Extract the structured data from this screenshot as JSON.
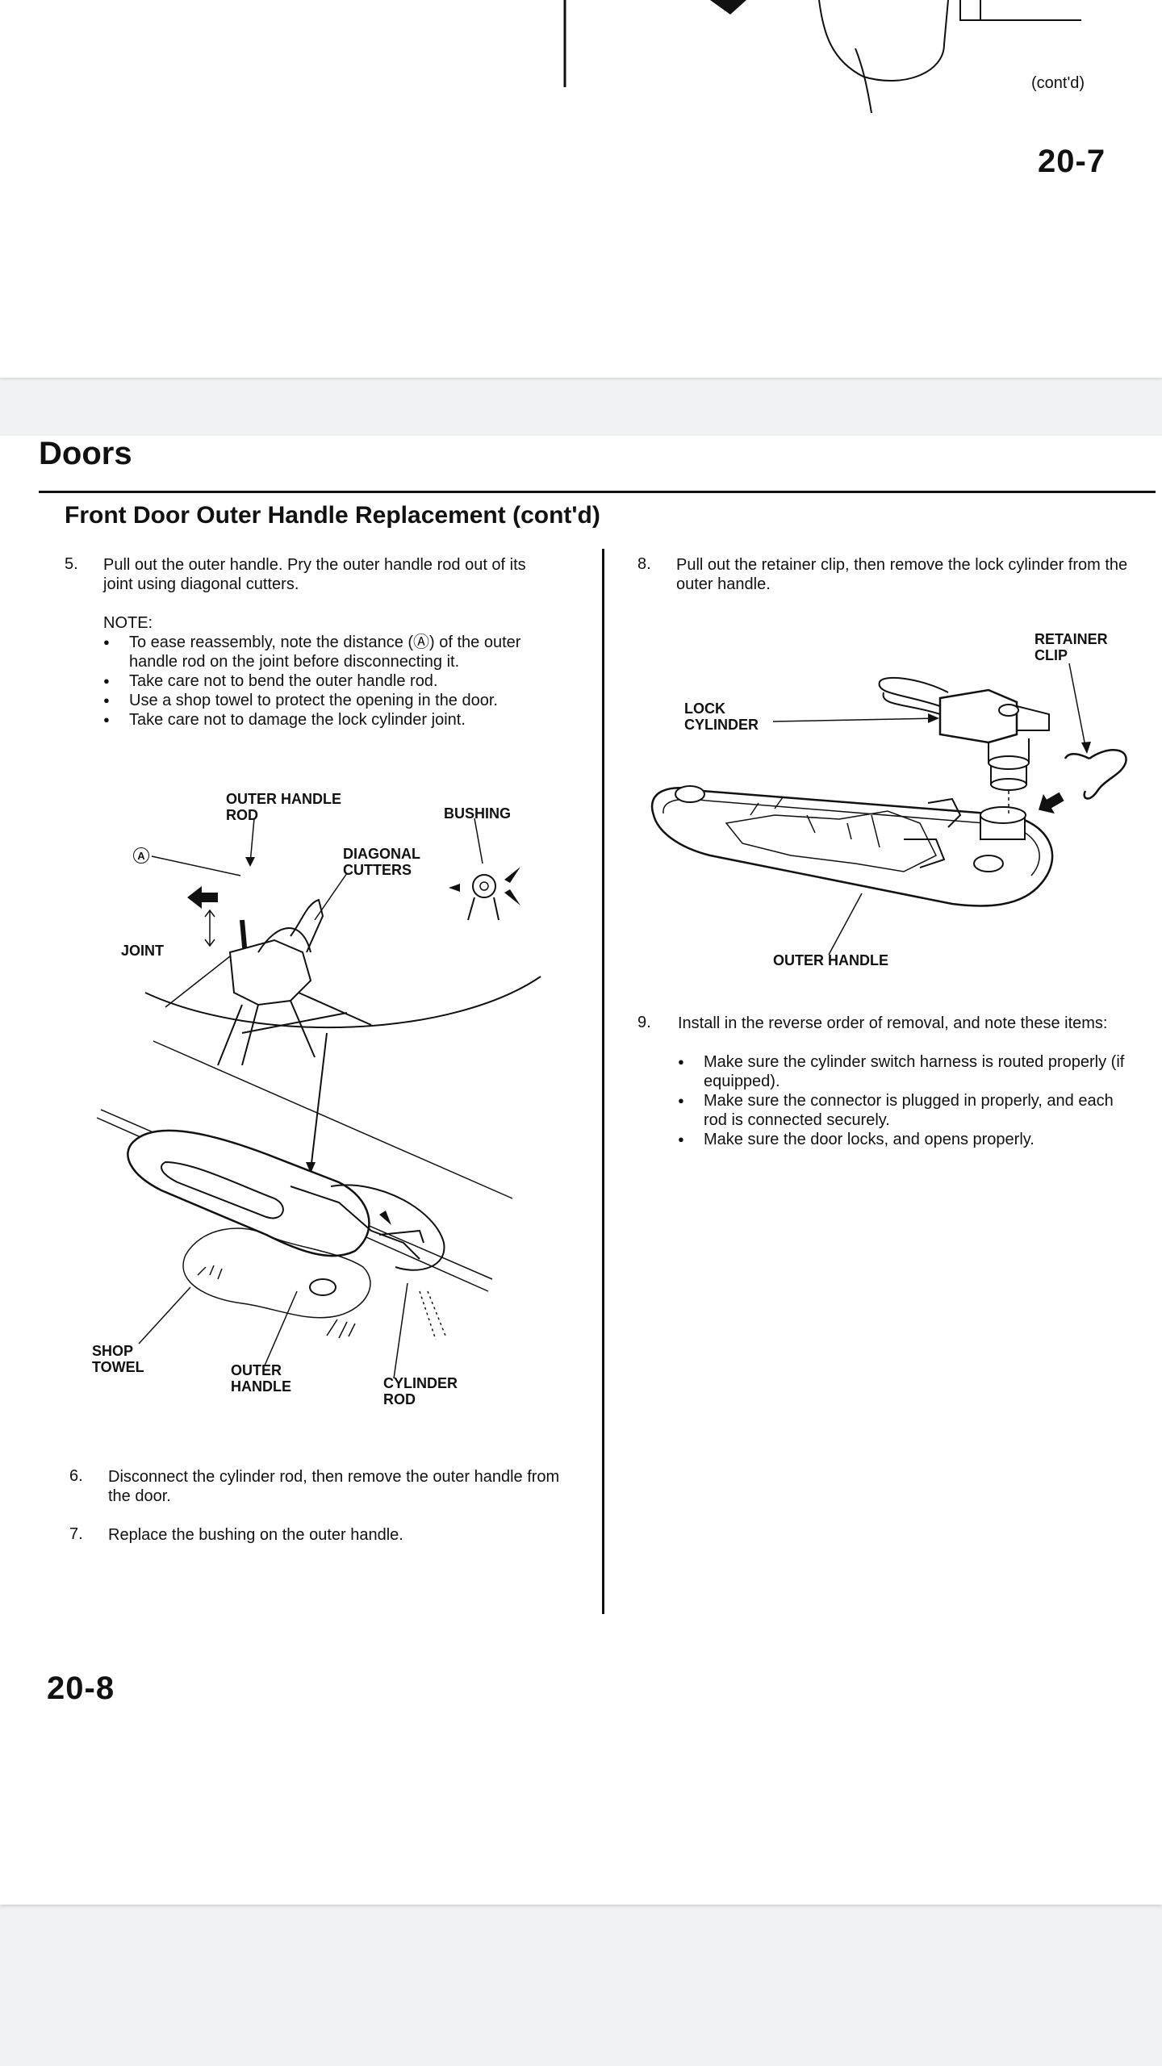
{
  "prev_page": {
    "contd": "(cont'd)",
    "page_number": "20-7"
  },
  "current_page": {
    "section_title": "Doors",
    "subtitle": "Front Door Outer Handle Replacement (cont'd)",
    "page_number": "20-8",
    "steps": {
      "s5": {
        "num": "5.",
        "text": "Pull out the outer handle. Pry the outer handle rod out of its joint using diagonal cutters."
      },
      "note_label": "NOTE:",
      "notes": [
        "To ease reassembly, note the distance (Ⓐ) of the outer handle rod on the joint before disconnecting it.",
        "Take care not to bend the outer handle rod.",
        "Use a shop towel to protect the opening in the door.",
        "Take care not to damage the lock cylinder joint."
      ],
      "s6": {
        "num": "6.",
        "text": "Disconnect the cylinder rod, then remove the outer handle from the door."
      },
      "s7": {
        "num": "7.",
        "text": "Replace the bushing on the outer handle."
      },
      "s8": {
        "num": "8.",
        "text": "Pull out the retainer clip, then remove the lock cylinder from the outer handle."
      },
      "s9": {
        "num": "9.",
        "text": "Install in the reverse order of removal, and note these items:"
      },
      "s9_items": [
        "Make sure the cylinder switch harness is routed properly (if equipped).",
        "Make sure the connector is plugged in properly, and each rod is connected securely.",
        "Make sure the door locks, and opens properly."
      ]
    },
    "figure_left": {
      "outer_handle_rod_1": "OUTER HANDLE",
      "outer_handle_rod_2": "ROD",
      "bushing": "BUSHING",
      "diag_1": "DIAGONAL",
      "diag_2": "CUTTERS",
      "a_mark": "A",
      "joint": "JOINT",
      "shop_1": "SHOP",
      "shop_2": "TOWEL",
      "outer_1": "OUTER",
      "outer_2": "HANDLE",
      "cyl_1": "CYLINDER",
      "cyl_2": "ROD"
    },
    "figure_right": {
      "retainer_1": "RETAINER",
      "retainer_2": "CLIP",
      "lock_1": "LOCK",
      "lock_2": "CYLINDER",
      "outer_handle": "OUTER HANDLE"
    }
  }
}
